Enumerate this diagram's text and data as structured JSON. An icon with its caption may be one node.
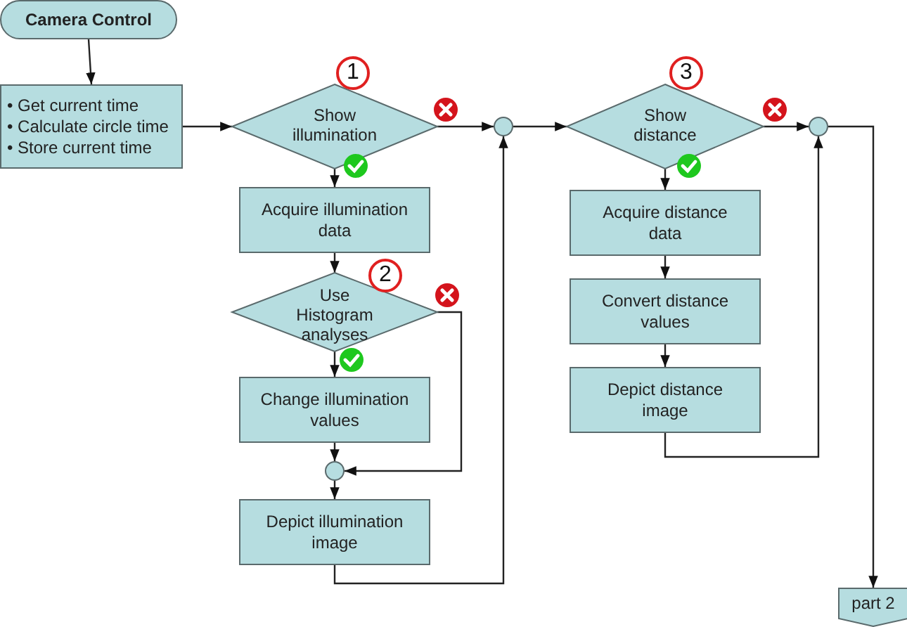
{
  "diagram": {
    "nodes": [
      {
        "text": [
          "Camera Control"
        ]
      },
      {
        "text": [
          "• Get current time",
          "• Calculate circle time",
          "• Store current time"
        ]
      },
      {
        "text": [
          "Show illumination"
        ]
      },
      {
        "text": [
          "Acquire illumination data"
        ]
      },
      {
        "text": [
          "Use Histogram analyses"
        ]
      },
      {
        "text": [
          "Change illumination values"
        ]
      },
      {
        "text": [],
        "shape": "circle"
      },
      {
        "text": [
          "Depict illumination image"
        ]
      },
      {
        "text": [],
        "shape": "circle"
      },
      {
        "text": [
          "Show distance"
        ]
      },
      {
        "text": [
          "Acquire distance data"
        ]
      },
      {
        "text": [
          "Convert distance values"
        ]
      },
      {
        "text": [
          "Depict distance image"
        ]
      },
      {
        "text": [],
        "shape": "circle"
      },
      {
        "text": [
          "part 2"
        ]
      }
    ],
    "edges": [
      {
        "from": 0,
        "to": 1,
        "arrow": "to"
      },
      {
        "from": 1,
        "to": 2,
        "arrow": "to"
      },
      {
        "from": 2,
        "to": 3,
        "arrow": "to"
      },
      {
        "from": 2,
        "to": 8,
        "arrow": "to"
      },
      {
        "from": 3,
        "to": 4,
        "arrow": "to"
      },
      {
        "from": 4,
        "to": 5,
        "arrow": "to"
      },
      {
        "from": 4,
        "to": 6,
        "arrow": "to"
      },
      {
        "from": 5,
        "to": 6,
        "arrow": "to"
      },
      {
        "from": 6,
        "to": 7,
        "arrow": "to"
      },
      {
        "from": 7,
        "to": 8,
        "arrow": "to"
      },
      {
        "from": 8,
        "to": 9,
        "arrow": "to"
      },
      {
        "from": 9,
        "to": 10,
        "arrow": "to"
      },
      {
        "from": 9,
        "to": 13,
        "arrow": "to"
      },
      {
        "from": 10,
        "to": 11,
        "arrow": "to"
      },
      {
        "from": 11,
        "to": 12,
        "arrow": "to"
      },
      {
        "from": 12,
        "to": 13,
        "arrow": "to"
      },
      {
        "from": 13,
        "to": 14,
        "arrow": "to"
      }
    ],
    "labels": [
      "1",
      "2",
      "3"
    ]
  }
}
